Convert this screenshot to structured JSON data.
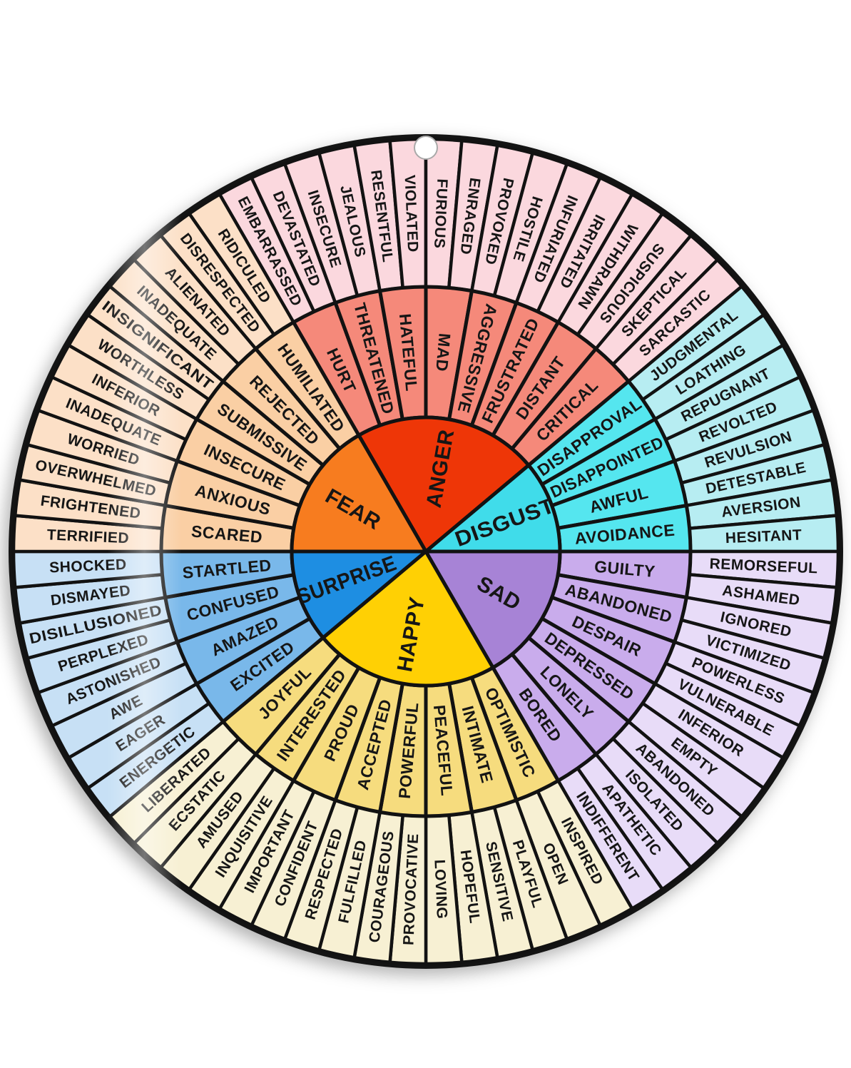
{
  "poster": {
    "background_color": "#ffffff",
    "hanging_hole_visible": true
  },
  "chart_data": {
    "type": "pie",
    "variant": "emotion-wheel-3-ring-hierarchical",
    "rings": [
      "core emotion",
      "secondary emotion",
      "tertiary emotion"
    ],
    "legend_position": "none",
    "text_color": "#161616",
    "line_color": "#121212",
    "sectors": [
      {
        "name": "ANGER",
        "colors": {
          "core": "#EE3607",
          "middle": "#F5897A",
          "outer": "#FBD8DE"
        },
        "secondary": [
          "HURT",
          "THREATENED",
          "HATEFUL",
          "MAD",
          "AGGRESSIVE",
          "FRUSTRATED",
          "DISTANT",
          "CRITICAL"
        ],
        "tertiary": [
          "EMBARRASSED",
          "DEVASTATED",
          "INSECURE",
          "JEALOUS",
          "RESENTFUL",
          "VIOLATED",
          "FURIOUS",
          "ENRAGED",
          "PROVOKED",
          "HOSTILE",
          "INFURIATED",
          "IRRITATED",
          "WITHDRAWN",
          "SUSPICIOUS",
          "SKEPTICAL",
          "SARCASTIC"
        ]
      },
      {
        "name": "DISGUST",
        "colors": {
          "core": "#40DCEA",
          "middle": "#55E6EF",
          "outer": "#B7EDF2"
        },
        "secondary": [
          "DISAPPROVAL",
          "DISAPPOINTED",
          "AWFUL",
          "AVOIDANCE"
        ],
        "tertiary": [
          "JUDGMENTAL",
          "LOATHING",
          "REPUGNANT",
          "REVOLTED",
          "REVULSION",
          "DETESTABLE",
          "AVERSION",
          "HESITANT"
        ]
      },
      {
        "name": "SAD",
        "colors": {
          "core": "#A783D6",
          "middle": "#C9ACEC",
          "outer": "#E8DCF8"
        },
        "secondary": [
          "GUILTY",
          "ABANDONED",
          "DESPAIR",
          "DEPRESSED",
          "LONELY",
          "BORED"
        ],
        "tertiary": [
          "REMORSEFUL",
          "ASHAMED",
          "IGNORED",
          "VICTIMIZED",
          "POWERLESS",
          "VULNERABLE",
          "INFERIOR",
          "EMPTY",
          "ABANDONED",
          "ISOLATED",
          "APATHETIC",
          "INDIFFERENT"
        ]
      },
      {
        "name": "HAPPY",
        "colors": {
          "core": "#FFD004",
          "middle": "#F6DC7E",
          "outer": "#F7F0D3"
        },
        "secondary": [
          "OPTIMISTIC",
          "INTIMATE",
          "PEACEFUL",
          "POWERFUL",
          "ACCEPTED",
          "PROUD",
          "INTERESTED",
          "JOYFUL"
        ],
        "tertiary": [
          "INSPIRED",
          "OPEN",
          "PLAYFUL",
          "SENSITIVE",
          "HOPEFUL",
          "LOVING",
          "PROVOCATIVE",
          "COURAGEOUS",
          "FULFILLED",
          "RESPECTED",
          "CONFIDENT",
          "IMPORTANT",
          "INQUISITIVE",
          "AMUSED",
          "ECSTATIC",
          "LIBERATED"
        ]
      },
      {
        "name": "SURPRISE",
        "colors": {
          "core": "#1E8EE2",
          "middle": "#79B8EA",
          "outer": "#C7E0F5"
        },
        "secondary": [
          "EXCITED",
          "AMAZED",
          "CONFUSED",
          "STARTLED"
        ],
        "tertiary": [
          "ENERGETIC",
          "EAGER",
          "AWE",
          "ASTONISHED",
          "PERPLEXED",
          "DISILLUSIONED",
          "DISMAYED",
          "SHOCKED"
        ]
      },
      {
        "name": "FEAR",
        "colors": {
          "core": "#F77C1F",
          "middle": "#FACFA4",
          "outer": "#FCE0C7"
        },
        "secondary": [
          "SCARED",
          "ANXIOUS",
          "INSECURE",
          "SUBMISSIVE",
          "REJECTED",
          "HUMILIATED"
        ],
        "tertiary": [
          "TERRIFIED",
          "FRIGHTENED",
          "OVERWHELMED",
          "WORRIED",
          "INADEQUATE",
          "INFERIOR",
          "WORTHLESS",
          "INSIGNIFICANT",
          "INADEQUATE",
          "ALIENATED",
          "DISRESPECTED",
          "RIDICULED"
        ]
      }
    ]
  }
}
